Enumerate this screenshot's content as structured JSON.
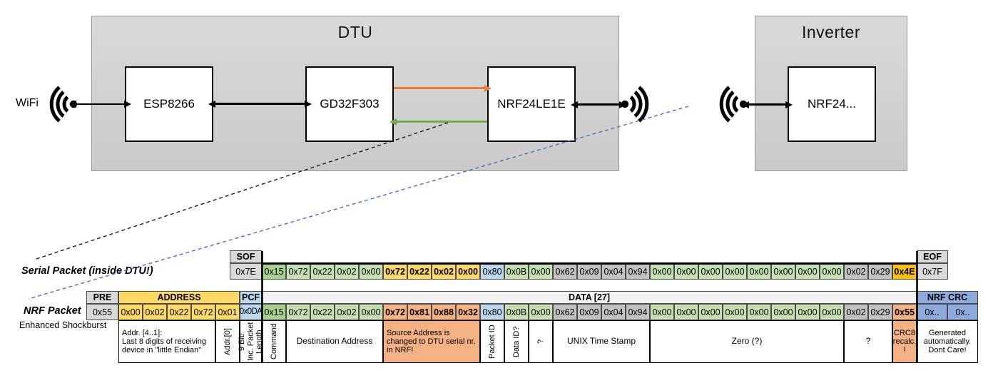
{
  "palette": {
    "gdark": "#A9D08E",
    "green": "#C6E0B4",
    "gold": "#FFD966",
    "orange": "#FFC000",
    "blue": "#BDD7EE",
    "gray": "#C2C2C2",
    "salmon": "#F4B183",
    "lgray": "#D9D9D9",
    "crcblue": "#8FAADC",
    "orange_arrow": "#ED7D31",
    "green_arrow": "#70AD47",
    "blue_dashed": "#4472C4",
    "black": "#000000"
  },
  "diagram": {
    "wifi_label": "WiFi",
    "dtu": {
      "title": "DTU",
      "chips": [
        "ESP8266",
        "GD32F303",
        "NRF24LE1E"
      ]
    },
    "inverter": {
      "title": "Inverter",
      "chip": "NRF24..."
    }
  },
  "serial_packet": {
    "label": "Serial Packet (inside DTU!)",
    "sof": {
      "header": "SOF",
      "value": "0x7E"
    },
    "eof": {
      "header": "EOF",
      "value": "0x7F"
    },
    "bytes": [
      {
        "v": "0x15",
        "c": "gdark"
      },
      {
        "v": "0x72",
        "c": "green"
      },
      {
        "v": "0x22",
        "c": "green"
      },
      {
        "v": "0x02",
        "c": "green"
      },
      {
        "v": "0x00",
        "c": "green"
      },
      {
        "v": "0x72",
        "c": "gold",
        "b": true
      },
      {
        "v": "0x22",
        "c": "gold",
        "b": true
      },
      {
        "v": "0x02",
        "c": "gold",
        "b": true
      },
      {
        "v": "0x00",
        "c": "gold",
        "b": true
      },
      {
        "v": "0x80",
        "c": "blue"
      },
      {
        "v": "0x0B",
        "c": "green"
      },
      {
        "v": "0x00",
        "c": "green"
      },
      {
        "v": "0x62",
        "c": "gray"
      },
      {
        "v": "0x09",
        "c": "gray"
      },
      {
        "v": "0x04",
        "c": "gray"
      },
      {
        "v": "0x94",
        "c": "gray"
      },
      {
        "v": "0x00",
        "c": "green"
      },
      {
        "v": "0x00",
        "c": "green"
      },
      {
        "v": "0x00",
        "c": "green"
      },
      {
        "v": "0x00",
        "c": "green"
      },
      {
        "v": "0x00",
        "c": "green"
      },
      {
        "v": "0x00",
        "c": "green"
      },
      {
        "v": "0x00",
        "c": "green"
      },
      {
        "v": "0x00",
        "c": "green"
      },
      {
        "v": "0x02",
        "c": "gray"
      },
      {
        "v": "0x29",
        "c": "gray"
      },
      {
        "v": "0x4E",
        "c": "orange",
        "b": true
      }
    ]
  },
  "nrf_packet": {
    "label": "NRF Packet",
    "sublabel": "Enhanced Shockburst",
    "pre": {
      "header": "PRE",
      "value": "0x55"
    },
    "address": {
      "header": "ADDRESS",
      "cells": [
        {
          "v": "0x00",
          "c": "gold"
        },
        {
          "v": "0x02",
          "c": "gold"
        },
        {
          "v": "0x22",
          "c": "gold"
        },
        {
          "v": "0x72",
          "c": "gold"
        },
        {
          "v": "0x01",
          "c": "gold"
        }
      ]
    },
    "pcf": {
      "header": "PCF",
      "value": "0x0DA"
    },
    "data_header": "DATA [27]",
    "crc": {
      "header": "NRF CRC",
      "cells": [
        {
          "v": "0x..",
          "c": "crcblue",
          "w": 43
        },
        {
          "v": "0x..",
          "c": "crcblue",
          "w": 43
        }
      ]
    },
    "bytes": [
      {
        "v": "0x15",
        "c": "gdark"
      },
      {
        "v": "0x72",
        "c": "green"
      },
      {
        "v": "0x22",
        "c": "green"
      },
      {
        "v": "0x02",
        "c": "green"
      },
      {
        "v": "0x00",
        "c": "green"
      },
      {
        "v": "0x72",
        "c": "salmon",
        "b": true
      },
      {
        "v": "0x81",
        "c": "salmon",
        "b": true
      },
      {
        "v": "0x88",
        "c": "salmon",
        "b": true
      },
      {
        "v": "0x32",
        "c": "salmon",
        "b": true
      },
      {
        "v": "0x80",
        "c": "blue"
      },
      {
        "v": "0x0B",
        "c": "green"
      },
      {
        "v": "0x00",
        "c": "green"
      },
      {
        "v": "0x62",
        "c": "gray"
      },
      {
        "v": "0x09",
        "c": "gray"
      },
      {
        "v": "0x04",
        "c": "gray"
      },
      {
        "v": "0x94",
        "c": "gray"
      },
      {
        "v": "0x00",
        "c": "green"
      },
      {
        "v": "0x00",
        "c": "green"
      },
      {
        "v": "0x00",
        "c": "green"
      },
      {
        "v": "0x00",
        "c": "green"
      },
      {
        "v": "0x00",
        "c": "green"
      },
      {
        "v": "0x00",
        "c": "green"
      },
      {
        "v": "0x00",
        "c": "green"
      },
      {
        "v": "0x00",
        "c": "green"
      },
      {
        "v": "0x02",
        "c": "gray"
      },
      {
        "v": "0x29",
        "c": "gray"
      },
      {
        "v": "0x55",
        "c": "salmon",
        "b": true
      }
    ],
    "annotations": [
      {
        "span": 4,
        "align": "left",
        "small": true,
        "text": "Addr. [4..1]:\nLast 8 digits of receiving device in \"little Endian\""
      },
      {
        "span": 1,
        "vert": true,
        "text": "Addr.[0]"
      },
      {
        "span": 1,
        "w": 31,
        "vert": true,
        "small": true,
        "text": "9 Bit!\nInc. Packet\nLength"
      },
      {
        "span": 1,
        "vert": true,
        "text": "Command"
      },
      {
        "span": 4,
        "text": "Destination Address"
      },
      {
        "span": 4,
        "align": "left",
        "small": true,
        "bg": "salmon",
        "text": "Source Address is changed to DTU serial nr. in NRF!"
      },
      {
        "span": 1,
        "vert": true,
        "text": "Packet ID"
      },
      {
        "span": 1,
        "vert": true,
        "text": "Data ID?"
      },
      {
        "span": 1,
        "vert": true,
        "text": "?"
      },
      {
        "span": 4,
        "text": "UNIX Time Stamp"
      },
      {
        "span": 8,
        "text": "Zero (?)"
      },
      {
        "span": 2,
        "text": "?"
      },
      {
        "span": 1,
        "small": true,
        "bg": "salmon",
        "text": "CRC8\nrecalc.\n!"
      },
      {
        "span": 2,
        "w": 86,
        "small": true,
        "text": "Generated automatically.\nDont Care!"
      }
    ]
  }
}
